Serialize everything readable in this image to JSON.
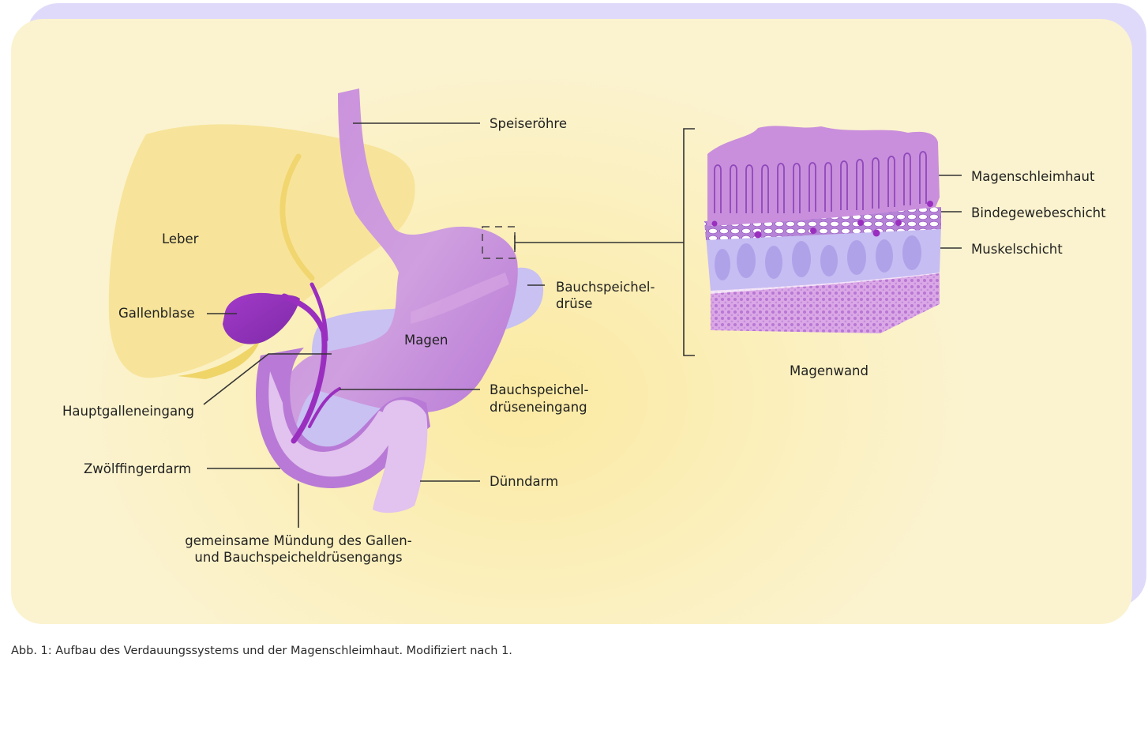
{
  "labels": {
    "speiseroehre": "Speiseröhre",
    "leber": "Leber",
    "gallenblase": "Gallenblase",
    "magen": "Magen",
    "bauchspeicheldruese_1": "Bauchspeichel-",
    "bauchspeicheldruese_2": "drüse",
    "bauchspeicheldrueseneingang_1": "Bauchspeichel-",
    "bauchspeicheldrueseneingang_2": "drüseneingang",
    "hauptgalleneingang": "Hauptgalleneingang",
    "zwoelffingerdarm": "Zwölffingerdarm",
    "duenndarm": "Dünndarm",
    "muendung_1": "gemeinsame Mündung des Gallen-",
    "muendung_2": "und Bauchspeicheldrüsengangs",
    "magenschleimhaut": "Magenschleimhaut",
    "bindegewebeschicht": "Bindegewebeschicht",
    "muskelschicht": "Muskelschicht",
    "magenwand": "Magenwand"
  },
  "caption": "Abb. 1: Aufbau des Verdauungssystems und der Magenschleimhaut. Modifiziert nach 1.",
  "colors": {
    "back_card": "#e0dafa",
    "front_card": "#fbf3cf",
    "liver": "#f7e49a",
    "stomach": "#c88fdc",
    "pancreas": "#c8c1f2",
    "duct": "#9a2fbf",
    "intestine": "#e2c2ee",
    "mucosa": "#c98fdc",
    "muscle": "#c6bdf2"
  }
}
